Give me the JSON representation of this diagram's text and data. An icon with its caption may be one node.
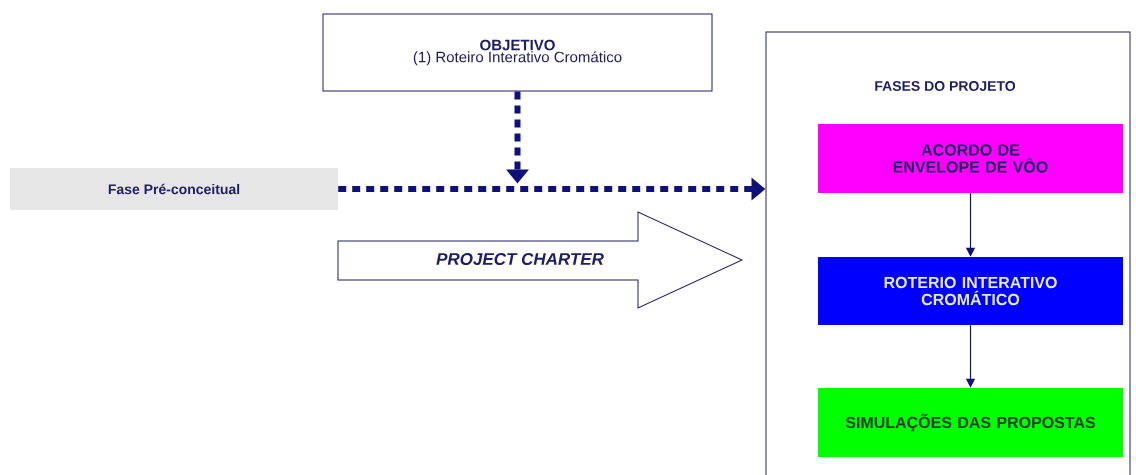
{
  "diagram": {
    "nodes": [
      {
        "text": [
          "OBJETIVO",
          "(1) Roteiro Interativo Cromático"
        ]
      },
      {
        "text": [
          "Fase Pré-conceitual"
        ]
      },
      {
        "text": [
          "PROJECT CHARTER"
        ]
      },
      {
        "text": [
          "FASES DO PROJETO"
        ]
      },
      {
        "text": [
          "ACORDO DE ENVELOPE DE VÔO"
        ],
        "in": 3
      },
      {
        "text": [
          "ROTERIO INTERATIVO CROMÁTICO"
        ],
        "in": 3
      },
      {
        "text": [
          "SIMULAÇÕES DAS PROPOSTAS"
        ],
        "in": 3
      }
    ],
    "edges": [
      {
        "from": 0,
        "to": null,
        "arrow": "to",
        "style": "dashed"
      },
      {
        "from": 1,
        "to": 3,
        "arrow": "to",
        "style": "dashed"
      },
      {
        "from": 4,
        "to": 5,
        "arrow": "to"
      },
      {
        "from": 5,
        "to": 6,
        "arrow": "to"
      }
    ]
  }
}
